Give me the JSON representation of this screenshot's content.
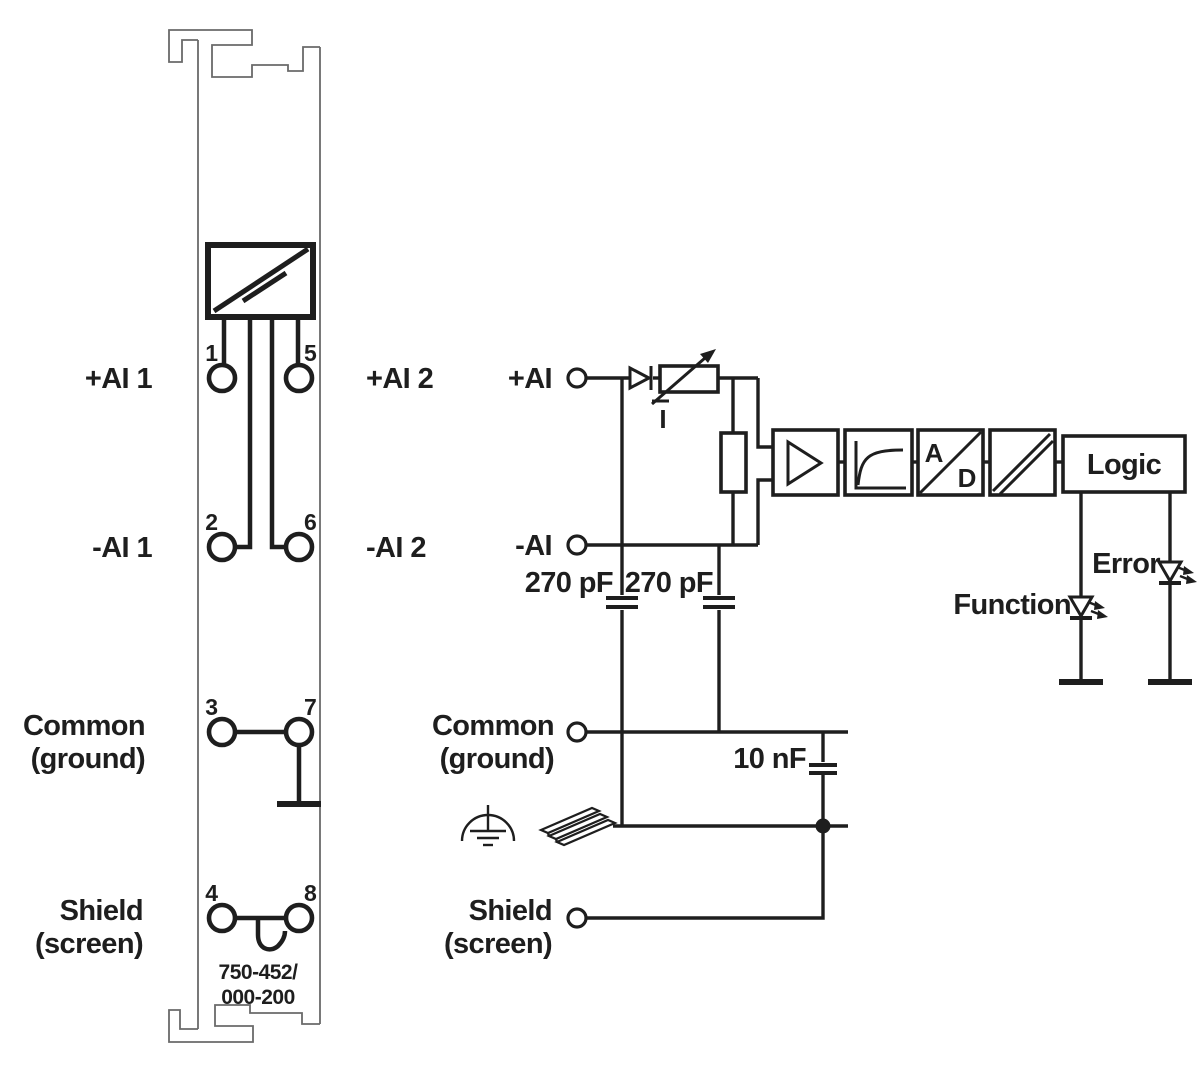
{
  "colors": {
    "ink": "#1e1e1e",
    "module_outline": "#6a6a6a",
    "background": "#ffffff"
  },
  "module": {
    "part_number_line1": "750-452/",
    "part_number_line2": "000-200",
    "left_labels": {
      "ai1_plus": "+AI 1",
      "ai1_minus": "-AI 1",
      "common_line1": "Common",
      "common_line2": "(ground)",
      "shield_line1": "Shield",
      "shield_line2": "(screen)"
    },
    "right_labels": {
      "ai2_plus": "+AI 2",
      "ai2_minus": "-AI 2"
    },
    "terminal_numbers": {
      "t1": "1",
      "t2": "2",
      "t3": "3",
      "t4": "4",
      "t5": "5",
      "t6": "6",
      "t7": "7",
      "t8": "8"
    }
  },
  "circuit": {
    "inputs": {
      "ai_plus": "+AI",
      "ai_minus": "-AI",
      "common_line1": "Common",
      "common_line2": "(ground)",
      "shield_line1": "Shield",
      "shield_line2": "(screen)"
    },
    "labels": {
      "cap1": "270 pF",
      "cap2": "270 pF",
      "cap3": "10 nF",
      "current": "I",
      "adc_a": "A",
      "adc_d": "D",
      "logic": "Logic"
    },
    "leds": {
      "function": "Function",
      "error": "Error"
    }
  }
}
